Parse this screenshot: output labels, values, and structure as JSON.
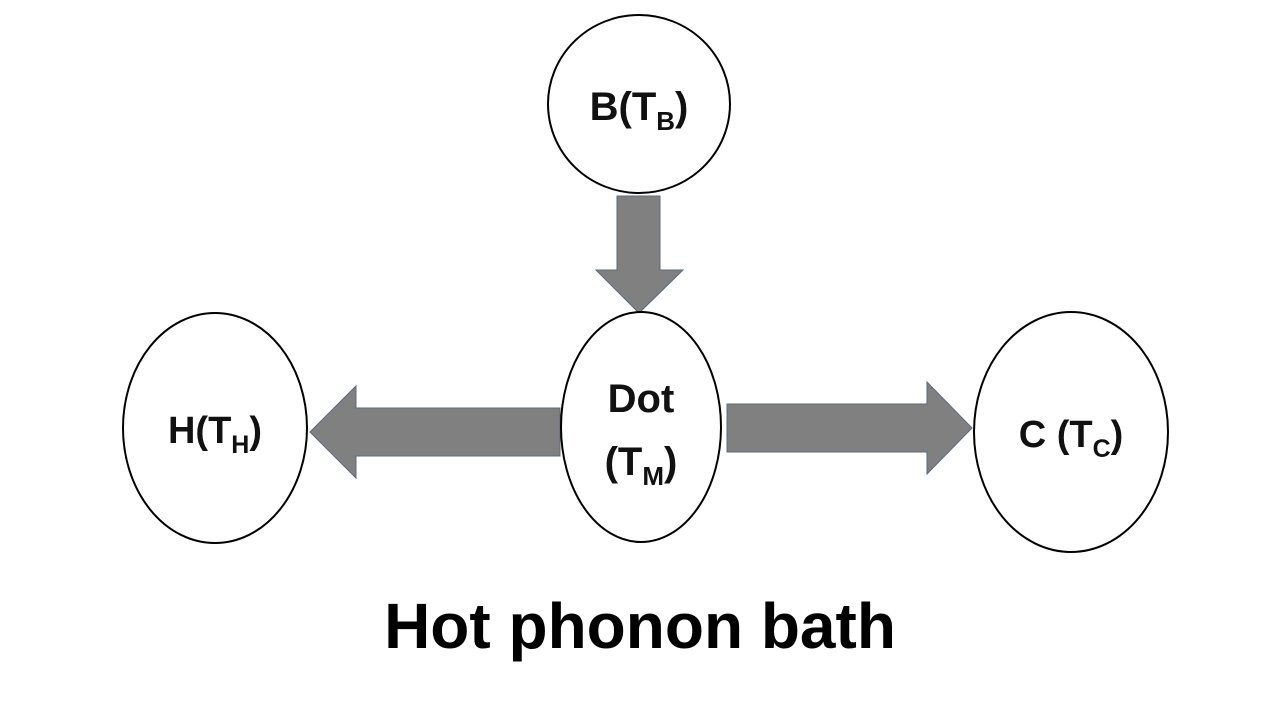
{
  "diagram": {
    "caption": "Hot phonon bath",
    "nodes": {
      "b": {
        "main": "B(T",
        "sub": "B",
        "close": ")"
      },
      "h": {
        "main": "H(T",
        "sub": "H",
        "close": ")"
      },
      "dot": {
        "line1": "Dot",
        "main": "(T",
        "sub": "M",
        "close": ")"
      },
      "c": {
        "main": "C (T",
        "sub": "C",
        "close": ")"
      }
    },
    "arrows": [
      {
        "from": "b",
        "to": "dot",
        "direction": "down"
      },
      {
        "from": "dot",
        "to": "h",
        "direction": "left"
      },
      {
        "from": "dot",
        "to": "c",
        "direction": "right"
      }
    ],
    "colors": {
      "arrow_fill": "#808080",
      "arrow_stroke": "#5a6a7a",
      "node_fill": "#ffffff",
      "node_stroke": "#000000",
      "text": "#111111"
    }
  }
}
